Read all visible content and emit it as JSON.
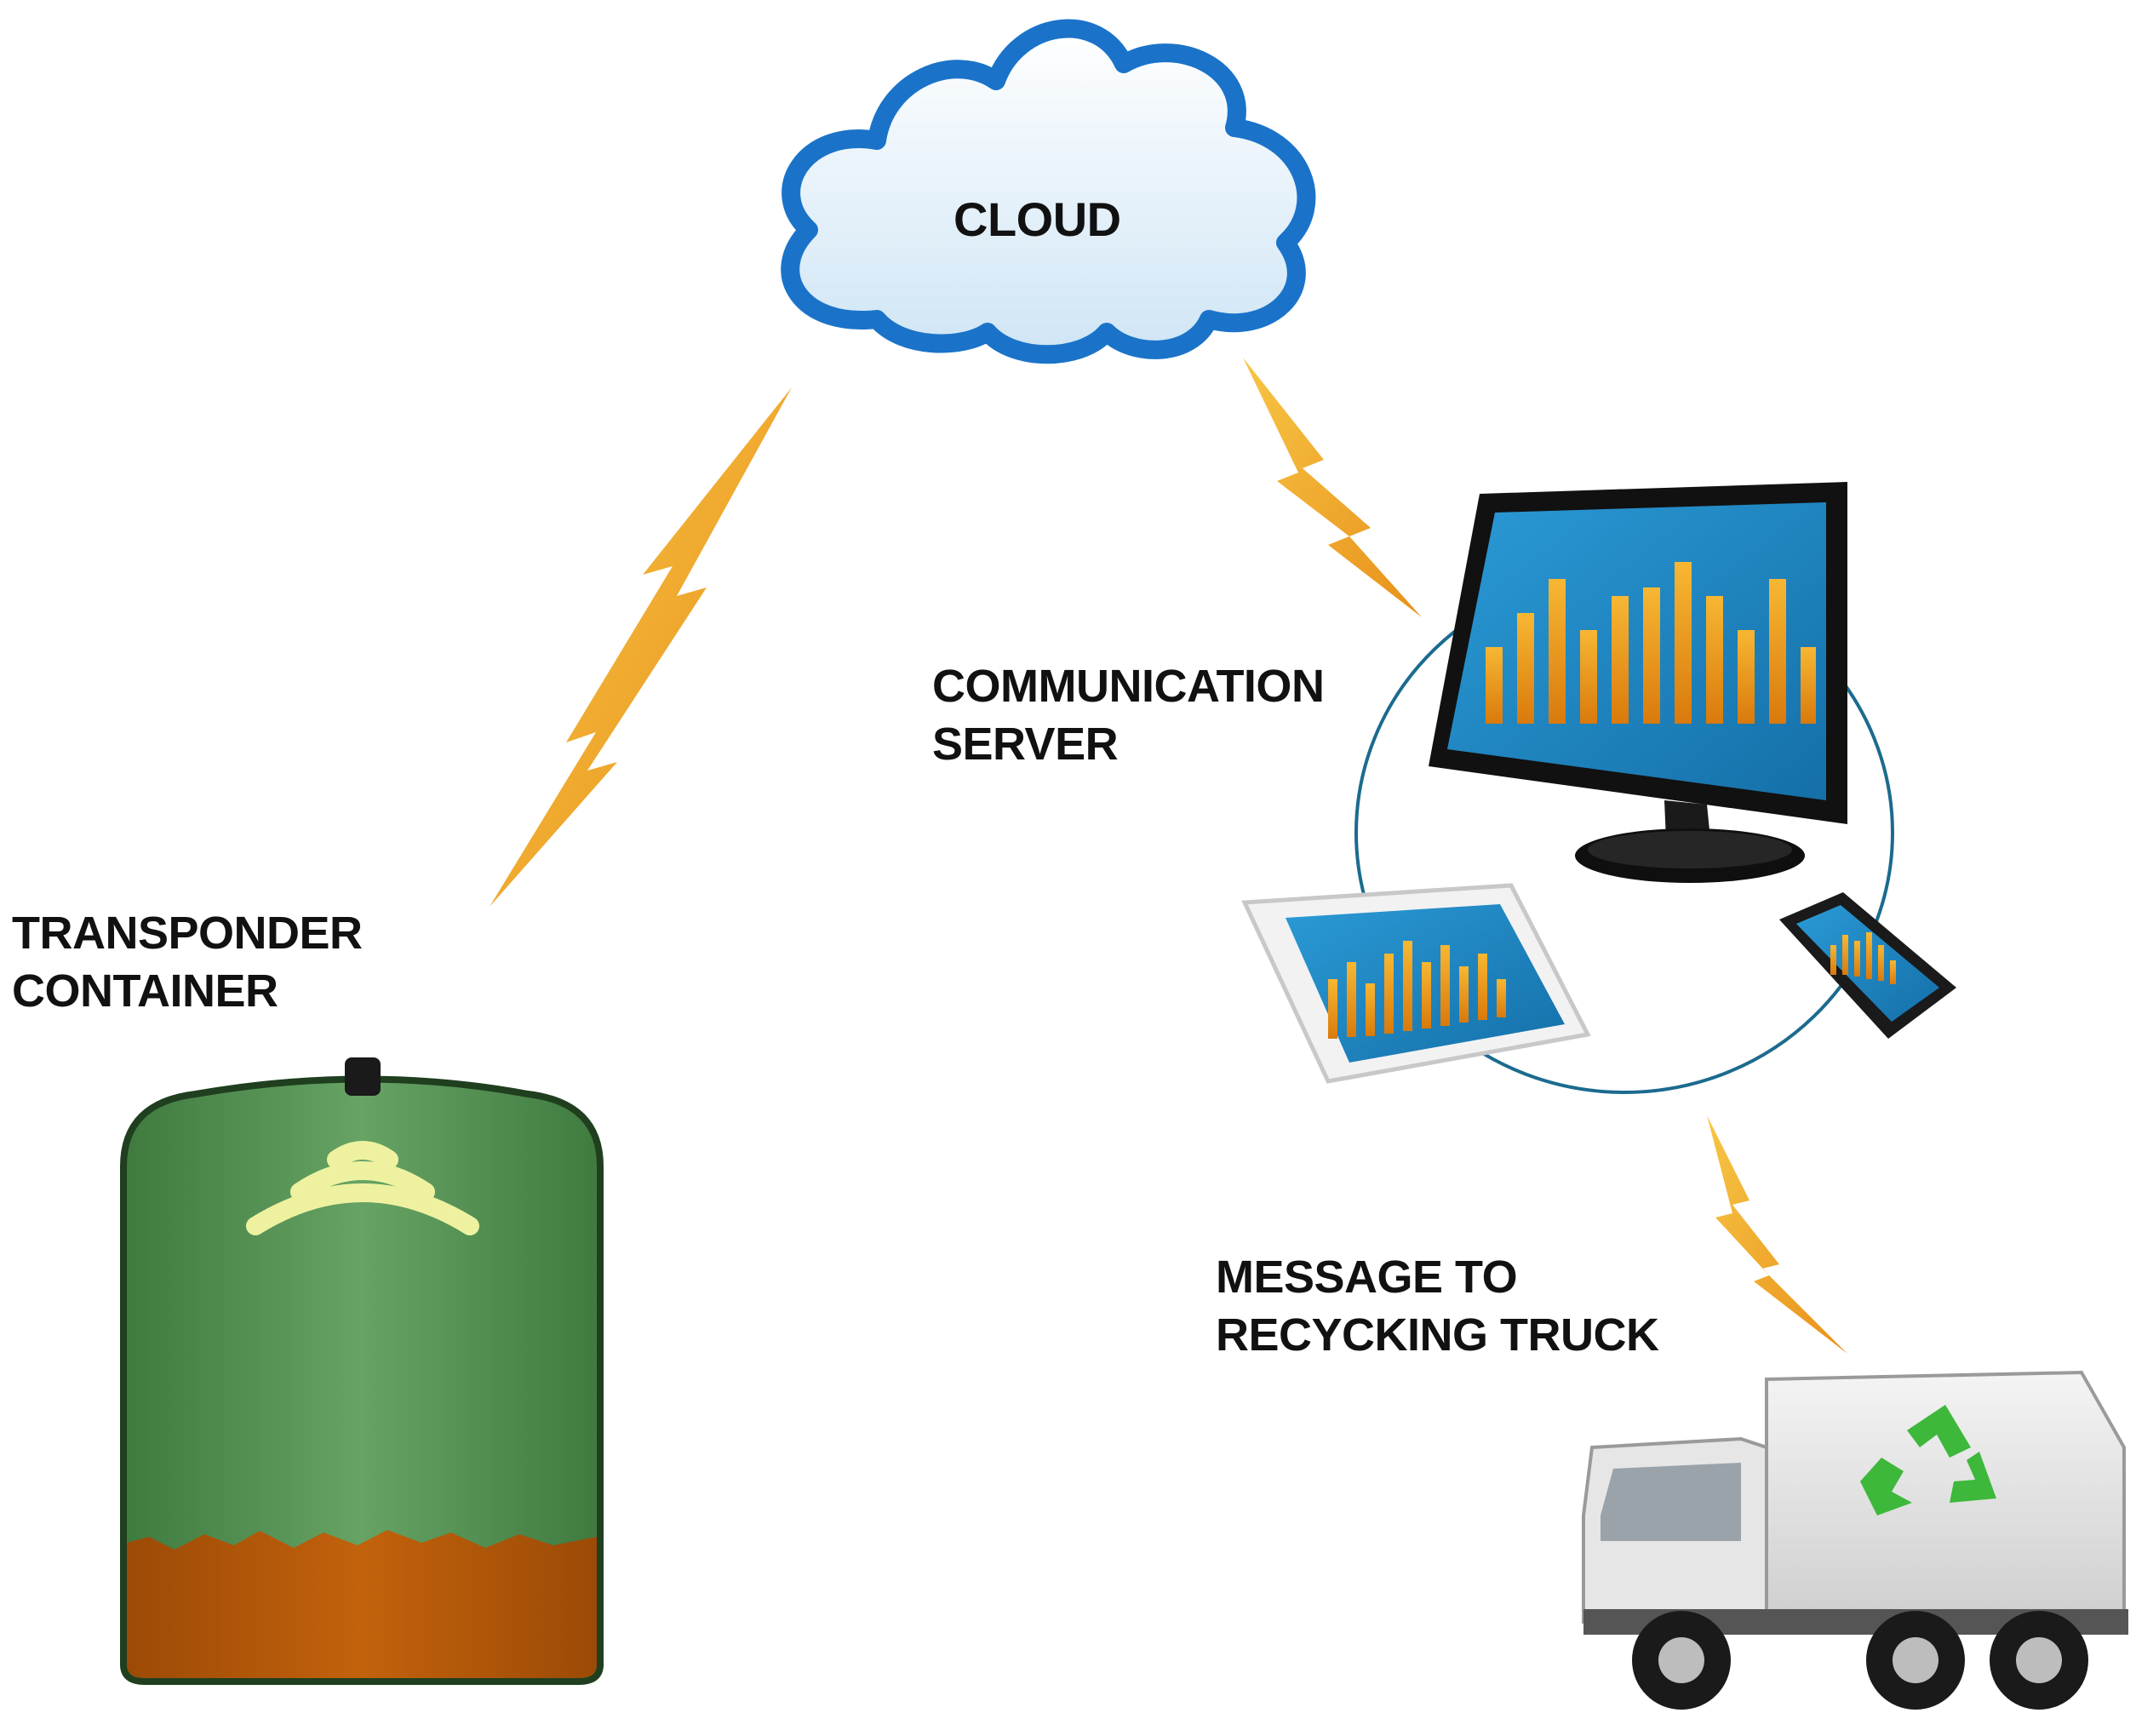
{
  "labels": {
    "cloud": "CLOUD",
    "server_line1": "COMMUNICATION",
    "server_line2": "SERVER",
    "transponder_line1": "TRANSPONDER",
    "transponder_line2": "CONTAINER",
    "message_line1": "MESSAGE TO",
    "message_line2": "RECYCKING TRUCK"
  },
  "colors": {
    "cloud_outline": "#1a73c9",
    "lightning": "#f2a81d",
    "container_green": "#5e9a5c",
    "container_soil": "#b85a0a",
    "wifi_waves": "#eef2a0",
    "screen_blue": "#1d86c2",
    "bar_orange": "#f0a019",
    "device_ring": "#1b6b8e",
    "recycle_green": "#3db83a"
  },
  "icons": {
    "cloud": "cloud-icon",
    "monitor": "monitor-icon",
    "tablet": "tablet-icon",
    "phone": "smartphone-icon",
    "container": "waste-container-icon",
    "truck": "recycling-truck-icon",
    "signal": "wifi-signal-icon",
    "link": "lightning-bolt-icon"
  }
}
